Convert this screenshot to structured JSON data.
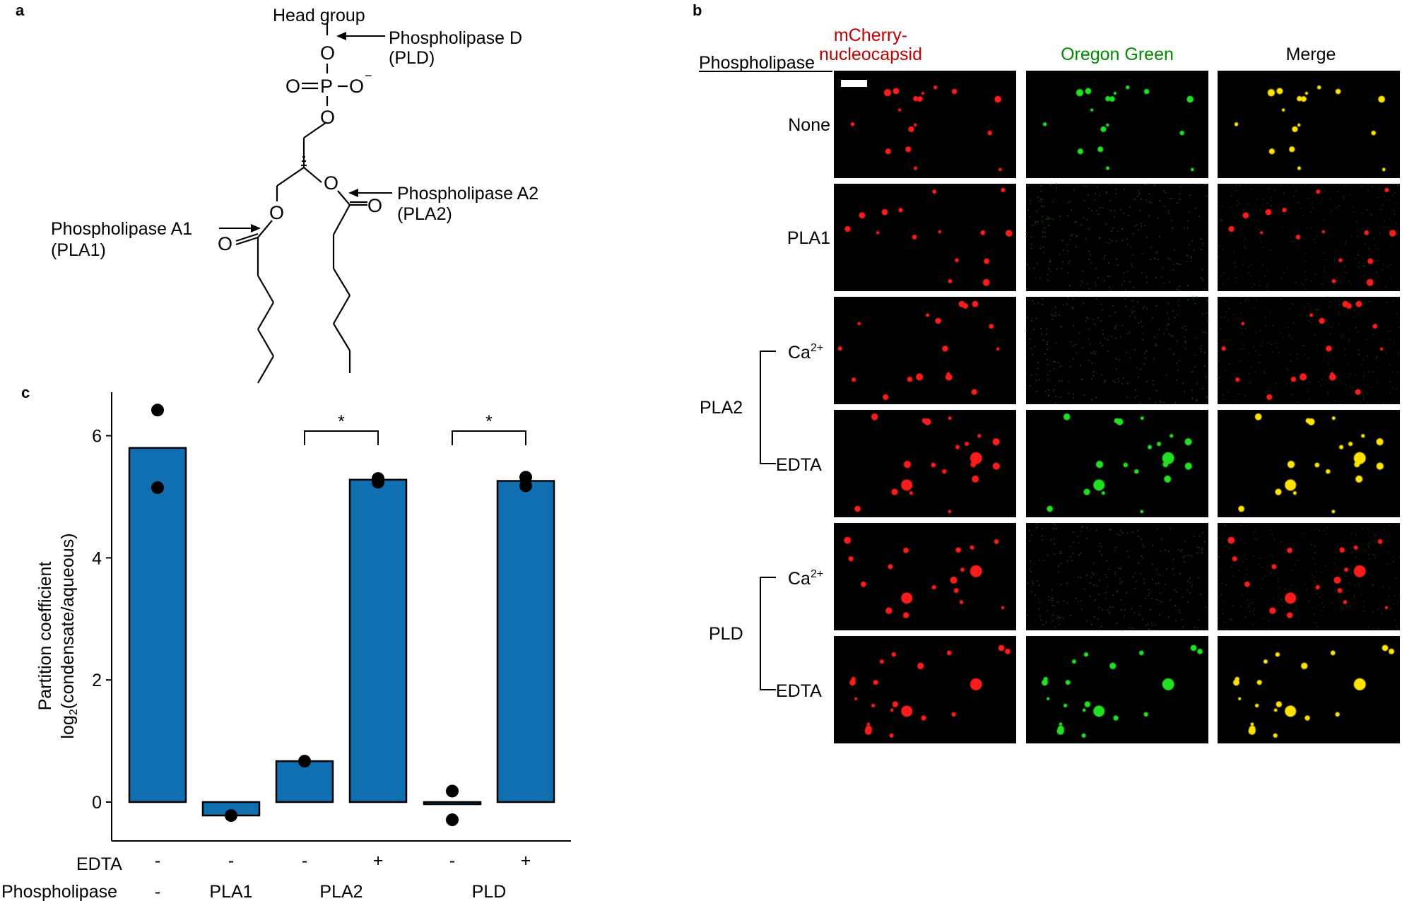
{
  "panel_labels": {
    "a": "a",
    "b": "b",
    "c": "c"
  },
  "panel_a": {
    "head_group": "Head group",
    "pld": {
      "name": "Phospholipase D",
      "abbr": "(PLD)"
    },
    "pla2": {
      "name": "Phospholipase A2",
      "abbr": "(PLA2)"
    },
    "pla1": {
      "name": "Phospholipase A1",
      "abbr": "(PLA1)"
    },
    "atoms": {
      "O": "O",
      "P": "P",
      "minus": "−"
    }
  },
  "panel_b": {
    "column_header_row": "Phospholipase",
    "columns": [
      {
        "line1": "mCherry-",
        "line2": "nucleocapsid",
        "color": "#c00000"
      },
      {
        "line1": "Oregon Green",
        "line2": "",
        "color": "#008a00"
      },
      {
        "line1": "Merge",
        "line2": "",
        "color": "#000000"
      }
    ],
    "rows": [
      "None",
      "PLA1",
      "Ca",
      "EDTA",
      "Ca",
      "EDTA"
    ],
    "superscript": "2+",
    "groups": [
      "PLA2",
      "PLD"
    ]
  },
  "chart_data": {
    "type": "bar",
    "ylabel_line1": "Partition coefficient",
    "ylabel_line2_pre": "log",
    "ylabel_line2_sub": "2",
    "ylabel_line2_post": "(condensate/aqueous)",
    "ylim": [
      -0.6,
      6.6
    ],
    "yticks": [
      "0",
      "2",
      "4",
      "6"
    ],
    "bars": [
      {
        "group": "None",
        "edta": "-",
        "value": 5.8,
        "points": [
          6.42,
          5.15
        ]
      },
      {
        "group": "PLA1",
        "edta": "-",
        "value": -0.22,
        "points": [
          -0.22
        ]
      },
      {
        "group": "PLA2",
        "edta": "-",
        "value": 0.67,
        "points": [
          0.67
        ]
      },
      {
        "group": "PLA2",
        "edta": "+",
        "value": 5.28,
        "points": [
          5.3,
          5.24
        ]
      },
      {
        "group": "PLD",
        "edta": "-",
        "value": -0.02,
        "points": [
          0.18,
          -0.29
        ]
      },
      {
        "group": "PLD",
        "edta": "+",
        "value": 5.26,
        "points": [
          5.32,
          5.18
        ]
      }
    ],
    "bar_color": "#0f6fb0",
    "significance": [
      "*",
      "*"
    ],
    "row_labels": {
      "edta": "EDTA",
      "phospholipase": "Phospholipase"
    },
    "group_labels": [
      "-",
      "PLA1",
      "PLA2",
      "PLD"
    ]
  }
}
